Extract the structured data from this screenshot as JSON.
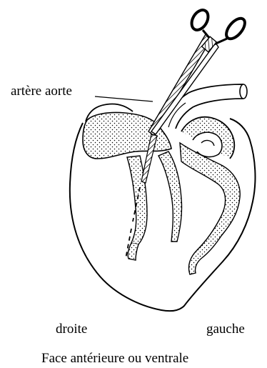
{
  "labels": {
    "aorta": "artère aorte",
    "right": "droite",
    "left": "gauche"
  },
  "caption": "Face antérieure ou ventrale",
  "colors": {
    "ink": "#000000",
    "background": "#ffffff"
  }
}
